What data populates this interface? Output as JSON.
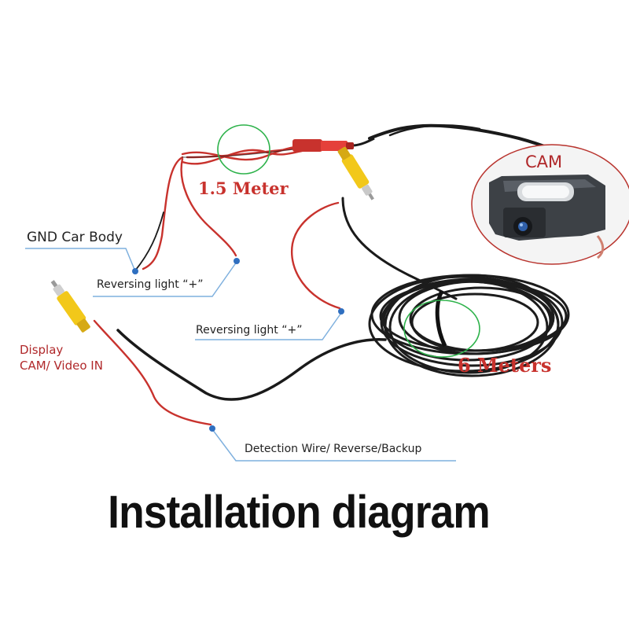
{
  "title": "Installation diagram",
  "lengths": {
    "short_cable": "1.5 Meter",
    "long_cable": "6 Meters"
  },
  "camera": {
    "label": "CAM"
  },
  "labels": {
    "gnd": "GND Car Body",
    "reversing_light_1": "Reversing light “+”",
    "reversing_light_2": "Reversing light “+”",
    "display_line1": "Display",
    "display_line2": "CAM/ Video IN",
    "detection": "Detection Wire/ Reverse/Backup"
  },
  "colors": {
    "red_wire": "#c8322d",
    "yellow_connector": "#f2c81a",
    "black_cable": "#1a1a1a",
    "highlight_circle": "#2db24a",
    "pointer_dot": "#2f6fc0",
    "label_red": "#b0282a"
  }
}
